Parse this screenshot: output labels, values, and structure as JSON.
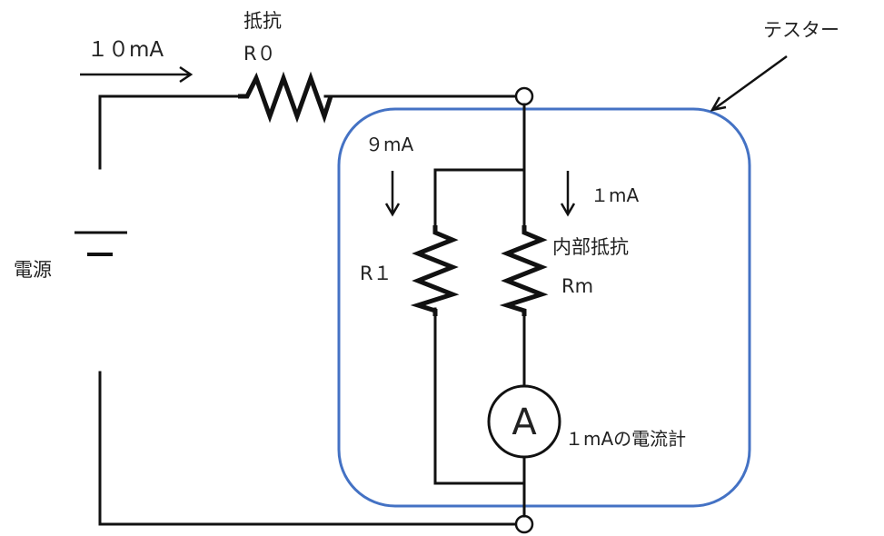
{
  "labels": {
    "main_current": "１０mA",
    "resistor_r0_name": "抵抗",
    "resistor_r0_symbol": "R０",
    "tester": "テスター",
    "branch_current_r1": "９mA",
    "branch_current_rm": "１mA",
    "internal_resistance": "内部抵抗",
    "rm_symbol": "Rm",
    "r1_symbol": "R１",
    "power_source": "電源",
    "ammeter_symbol": "A",
    "ammeter_desc": "１mAの電流計"
  },
  "colors": {
    "wire": "#111111",
    "tester_box": "#4472c4",
    "text": "#222222"
  }
}
